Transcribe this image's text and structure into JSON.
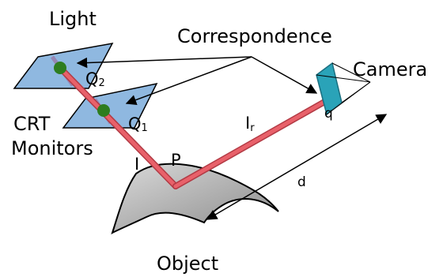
{
  "labels": {
    "light": "Light",
    "crt_line1": "CRT",
    "crt_line2": "Monitors",
    "correspondence": "Correspondence",
    "camera": "Camera",
    "object": "Object",
    "d": "d",
    "q": "q",
    "P": "P",
    "I": "I",
    "Ir_main": "I",
    "Ir_sub": "r",
    "Q2_main": "Q",
    "Q2_sub": "2",
    "Q1_main": "Q",
    "Q1_sub": "1"
  },
  "colors": {
    "monitor_fill": "#8fb8e0",
    "monitor_stroke": "#000000",
    "monitor_stripe": "#9a7aa8",
    "point": "#2e7d1f",
    "ray": "#e8616a",
    "ray_edge": "#b23a44",
    "camera_face": "#2aa3b8",
    "object_light": "#d9d9d9",
    "object_dark": "#8a8a8a"
  },
  "icons": {
    "camera": "camera-icon",
    "object": "curved-surface"
  }
}
